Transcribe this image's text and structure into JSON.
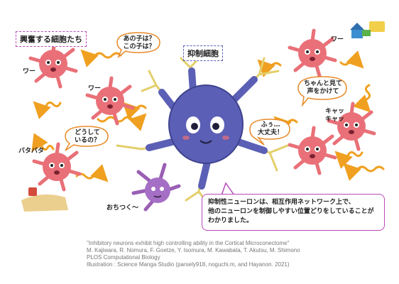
{
  "labels": {
    "excited_cells": "興奮する細胞たち",
    "inhibitory_cell": "抑制細胞",
    "waa_left": "ワー",
    "waa_mid": "ワー",
    "waa_right": "ワー",
    "batabata": "バタバタ",
    "kyakya": [
      "キャッ",
      "キャッ"
    ],
    "ochitsuku": "おちつく～"
  },
  "bubbles": {
    "ano_ko": [
      "あの子は？",
      "この子は？"
    ],
    "doushite": [
      "どうして",
      "いるの？"
    ],
    "chanto": [
      "ちゃんと見て",
      "声をかけて"
    ],
    "daijoubu": [
      "ふぅ…",
      "大丈夫！"
    ]
  },
  "explanation": [
    "抑制性ニューロンは、相互作用ネットワーク上で、",
    "他のニューロンを制御しやすい位置どりをしていることが",
    "わかりました。"
  ],
  "citation": {
    "title": "\"Inhibitory neurons exhibit high controlling ability in the Cortical Microconectome\"",
    "authors": "M. Kajiwara, R. Nomura, F. Goetze, Y. Isomura, M. Kawabata, T. Akutsu, M. Shimono",
    "journal": "PLOS Computational Biology",
    "illustration": "Illustration : Science Manga Studio (parsely918, noguchi.m, and Hayanon. 2021)"
  },
  "colors": {
    "inhibitory_fill": "#5b5fb5",
    "excited_fill": "#e97078",
    "arrow": "#f0a020",
    "bubble_border": "#e88a2a",
    "accent_border": "#b84ab8",
    "dendrite": "#e3cf6a"
  }
}
